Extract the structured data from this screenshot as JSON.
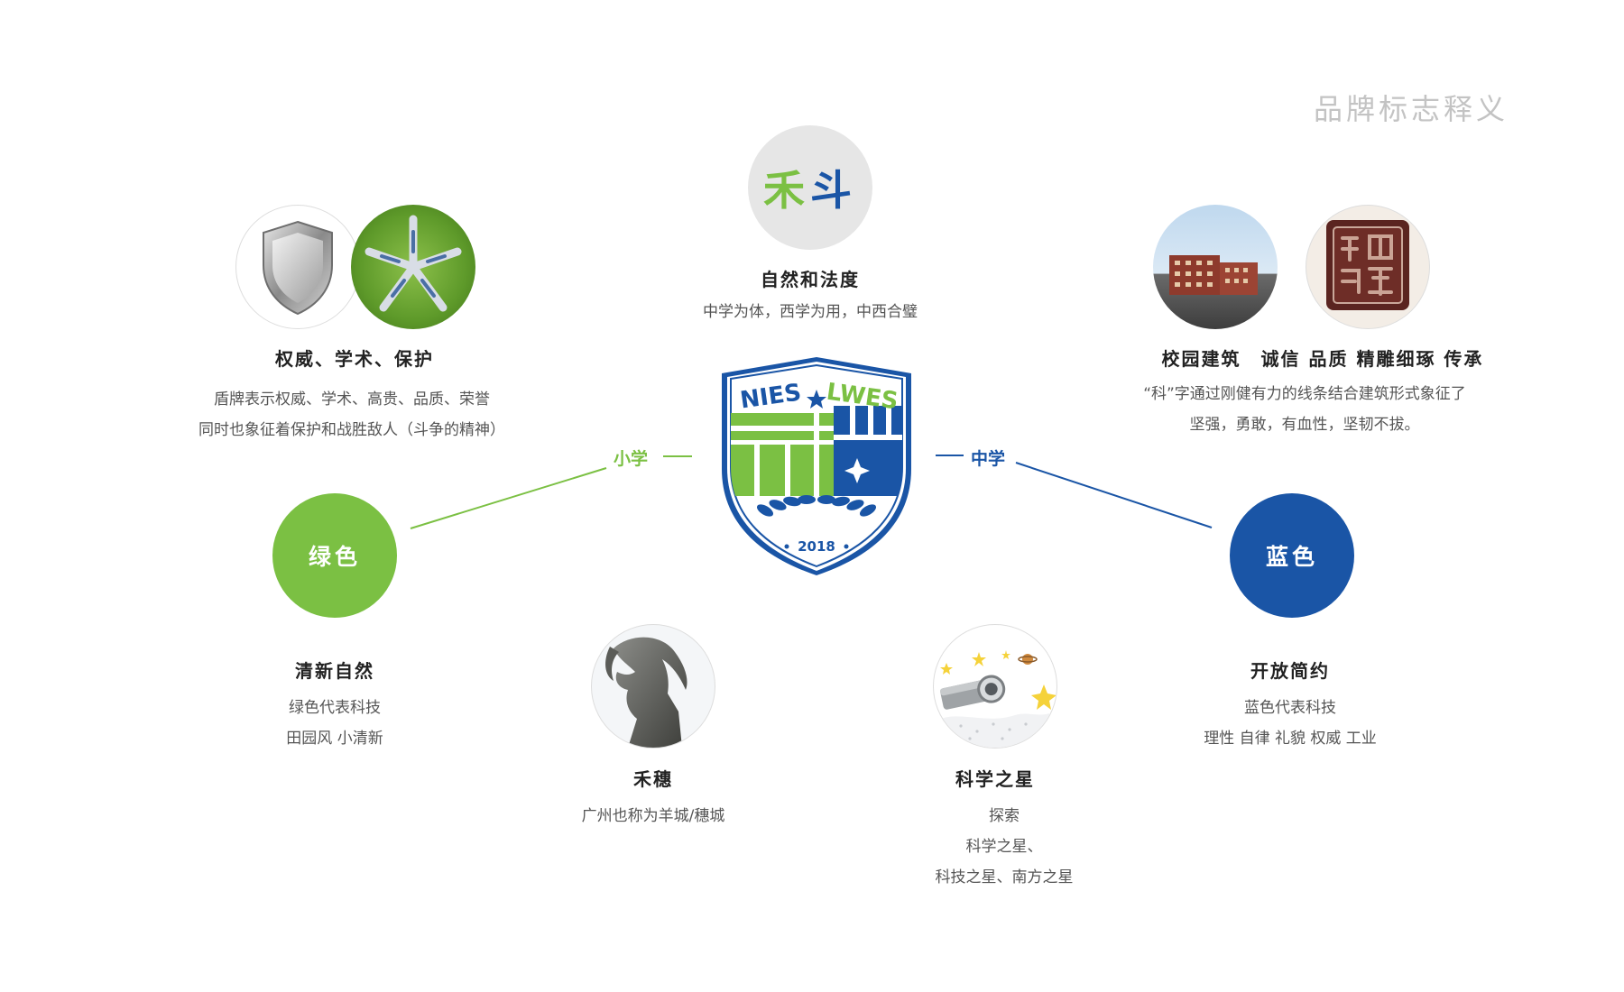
{
  "page_title": "品牌标志释义",
  "colors": {
    "green": "#7bc043",
    "blue": "#1a55a6",
    "grey_title": "#c3c3c3"
  },
  "center": {
    "hedou": {
      "he": "禾",
      "dou": "斗"
    },
    "heading": "自然和法度",
    "desc": [
      "中学为体，西学为用，中西合璧"
    ]
  },
  "logo": {
    "left_text": "NIES",
    "right_text": "LWES",
    "year": "2018"
  },
  "top_left": {
    "heading": "权威、学术、保护",
    "desc": [
      "盾牌表示权威、学术、高贵、品质、荣誉",
      "同时也象征着保护和战胜敌人（斗争的精神）"
    ],
    "icons": [
      "shield-icon",
      "people-circle-photo"
    ]
  },
  "top_right": {
    "heading": "校园建筑　诚信 品质 精雕细琢 传承",
    "desc": [
      "“科”字通过刚健有力的线条结合建筑形式象征了",
      "坚强，勇敢，有血性，坚韧不拔。"
    ],
    "icons": [
      "campus-building-photo",
      "seal-stamp-photo"
    ]
  },
  "levels": {
    "primary": "小学",
    "middle": "中学"
  },
  "green_block": {
    "label": "绿色",
    "heading": "清新自然",
    "desc": [
      "绿色代表科技",
      "田园风 小清新"
    ]
  },
  "blue_block": {
    "label": "蓝色",
    "heading": "开放简约",
    "desc": [
      "蓝色代表科技",
      "理性 自律 礼貌 权威 工业"
    ]
  },
  "hesui_block": {
    "heading": "禾穗",
    "desc": [
      "广州也称为羊城/穗城"
    ],
    "icon": "goat-statue-photo"
  },
  "star_block": {
    "heading": "科学之星",
    "desc": [
      "探索",
      "科学之星、",
      "科技之星、南方之星"
    ],
    "icon": "telescope-stars-icon"
  }
}
